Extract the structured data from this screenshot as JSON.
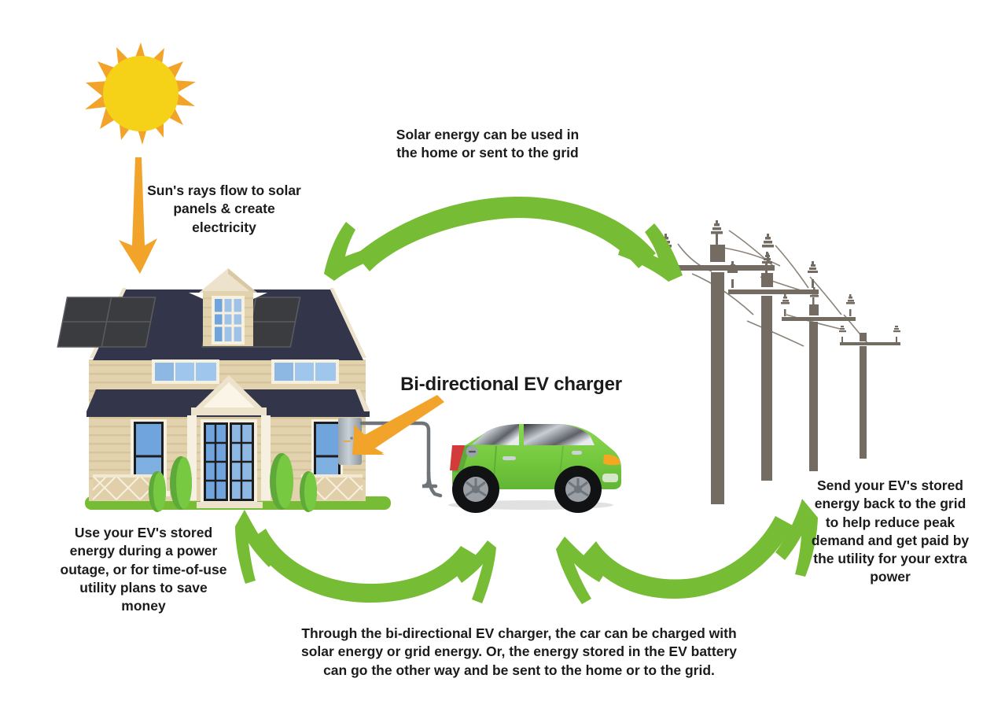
{
  "diagram": {
    "title": "Bi-directional EV charger residential solar and grid energy flow",
    "colors": {
      "orange": "#F2A42A",
      "sun_core": "#F5D218",
      "green_arrow": "#76BC34",
      "grass": "#76BC34",
      "pole_gray": "#746B63",
      "roof_navy": "#33354A",
      "siding_tan": "#DFCBA4",
      "car_green": "#77C942",
      "text": "#1b1b1b"
    },
    "labels": {
      "sun_rays": "Sun's rays flow to solar panels & create electricity",
      "solar_energy": "Solar energy can be used in the home or sent to the grid",
      "charger_title": "Bi-directional EV charger",
      "ev_outage": "Use your EV's stored energy during a power outage, or for time-of-use utility plans to save money",
      "send_back": "Send your EV's stored energy back to the grid to help reduce peak demand and get paid by the utility for your extra power",
      "bidirectional": "Through the bi-directional EV charger, the car can be charged with solar energy or grid energy. Or, the energy stored in the EV battery can go the other way and be sent to the home or to the grid."
    },
    "icons": {
      "sun": "sun-icon",
      "house": "house-with-solar-panels-icon",
      "car": "electric-car-icon",
      "charger": "ev-wall-charger-icon",
      "poles": "utility-power-poles-icon"
    },
    "arrows": [
      {
        "name": "sun-to-house-arrow",
        "direction": "down",
        "color": "#F2A42A"
      },
      {
        "name": "house-to-grid-arrow",
        "direction": "bidirectional",
        "color": "#76BC34"
      },
      {
        "name": "charger-callout-arrow",
        "direction": "down-left",
        "color": "#F2A42A"
      },
      {
        "name": "house-to-car-arrow",
        "direction": "bidirectional",
        "color": "#76BC34"
      },
      {
        "name": "car-to-grid-arrow",
        "direction": "bidirectional",
        "color": "#76BC34"
      }
    ],
    "counts": {
      "utility_poles": 4,
      "solar_panel_groups": 2
    }
  }
}
